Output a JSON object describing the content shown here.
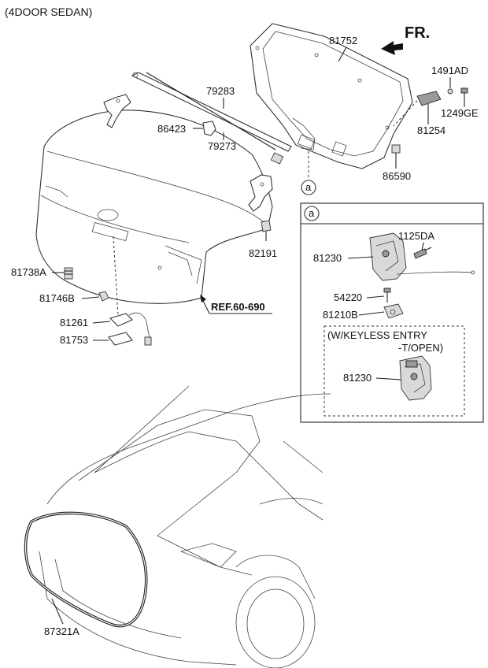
{
  "header": {
    "variant_label": "(4DOOR SEDAN)",
    "direction_label": "FR."
  },
  "callouts": {
    "p81752": "81752",
    "p1491AD": "1491AD",
    "p1249GE": "1249GE",
    "p81254": "81254",
    "p86590": "86590",
    "p79283": "79283",
    "p86423": "86423",
    "p79273": "79273",
    "p82191": "82191",
    "p81738A": "81738A",
    "p81746B": "81746B",
    "p81261": "81261",
    "p81753": "81753",
    "ref": "REF.60-690",
    "p87321A": "87321A"
  },
  "detail_a": {
    "marker": "a",
    "p1125DA": "1125DA",
    "p81230": "81230",
    "p54220": "54220",
    "p81210B": "81210B",
    "keyless_line1": "(W/KEYLESS ENTRY",
    "keyless_line2": "-T/OPEN)",
    "p81230_keyless": "81230"
  }
}
